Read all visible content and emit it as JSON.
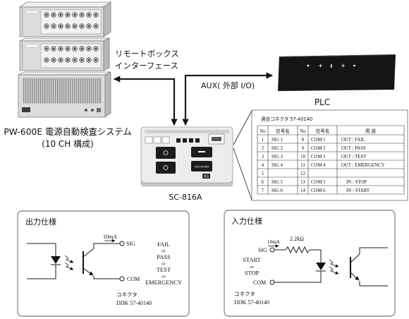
{
  "system": {
    "name": "PW-600E 電源自動検査システム",
    "config": "(10 CH 構成)"
  },
  "interfaces": {
    "remote_box_line1": "リモートボックス",
    "remote_box_line2": "インターフェース",
    "aux": "AUX( 外部 I/O)"
  },
  "plc": {
    "label": "PLC"
  },
  "remote_box": {
    "label": "SC-816A",
    "test_start_button": "TEST/START",
    "logo": "KG"
  },
  "connector_table": {
    "caption": "適合コネクタ 57-40140",
    "headers": [
      "No",
      "信号名",
      "No",
      "信号名",
      "用 途"
    ],
    "rows": [
      [
        "1",
        "SIG 1",
        "8",
        "COM 1",
        "OUT : FAIL"
      ],
      [
        "2",
        "SIG 2",
        "9",
        "COM 2",
        "OUT : PASS"
      ],
      [
        "3",
        "SIG 3",
        "10",
        "COM 3",
        "OUT : TEST"
      ],
      [
        "4",
        "SIG 4",
        "11",
        "COM 4",
        "OUT : EMERGENCY"
      ],
      [
        "5",
        "",
        "12",
        "",
        ""
      ],
      [
        "6",
        "SIG 5",
        "13",
        "COM 5",
        "IN : STOP"
      ],
      [
        "7",
        "SIG 6",
        "14",
        "COM 6",
        "IN : START"
      ]
    ]
  },
  "output_spec": {
    "title": "出力仕様",
    "current": "10mA",
    "sig": "SIG",
    "com": "COM",
    "signals": [
      "FAIL",
      "or",
      "PASS",
      "or",
      "TEST",
      "or",
      "EMERGENCY"
    ],
    "connector_label": "コネクタ",
    "connector_model": "DDK 57-40140"
  },
  "input_spec": {
    "title": "入力仕様",
    "resistor": "2.2kΩ",
    "current": "10mA",
    "sig": "SIG",
    "com": "COM",
    "signals": [
      "START",
      "or",
      "STOP"
    ],
    "connector_label": "コネクタ",
    "connector_model": "DDK 57-40140"
  },
  "colors": {
    "line": "#1a1a1a",
    "device_body": "#dcdcdc",
    "plc_body": "#151515",
    "button": "#1c1c1c"
  }
}
